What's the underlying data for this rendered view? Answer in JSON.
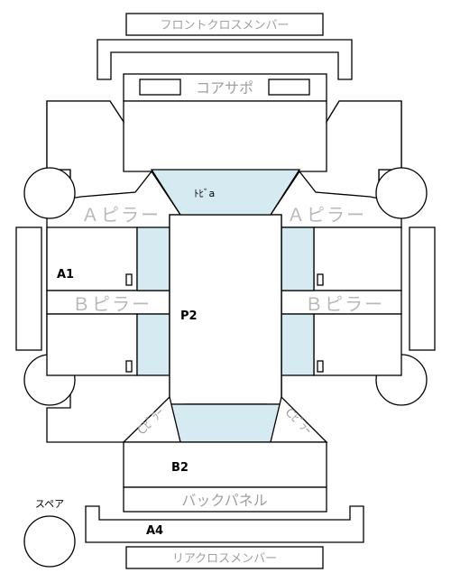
{
  "labels": {
    "front_cross_member": "フロントクロスメンバー",
    "core_support": "コアサポ",
    "door": "ﾄﾋﾞa",
    "a_pillar_left": "Ａピラー",
    "a_pillar_right": "Ａピラー",
    "b_pillar_left": "Ｂピラー",
    "b_pillar_right": "Ｂピラー",
    "p2": "P2",
    "a1": "A1",
    "b2": "B2",
    "a4": "A4",
    "c_pillar_left": "Cﾋﾟﾗｰ",
    "c_pillar_right": "Cﾋﾟﾗｰ",
    "back_panel": "バックパネル",
    "spare": "スペア",
    "rear_cross_member": "リアクロスメンバー"
  },
  "colors": {
    "glass": "#d6eaf2",
    "outline": "#000000",
    "gray_text": "#a0a0a0"
  }
}
